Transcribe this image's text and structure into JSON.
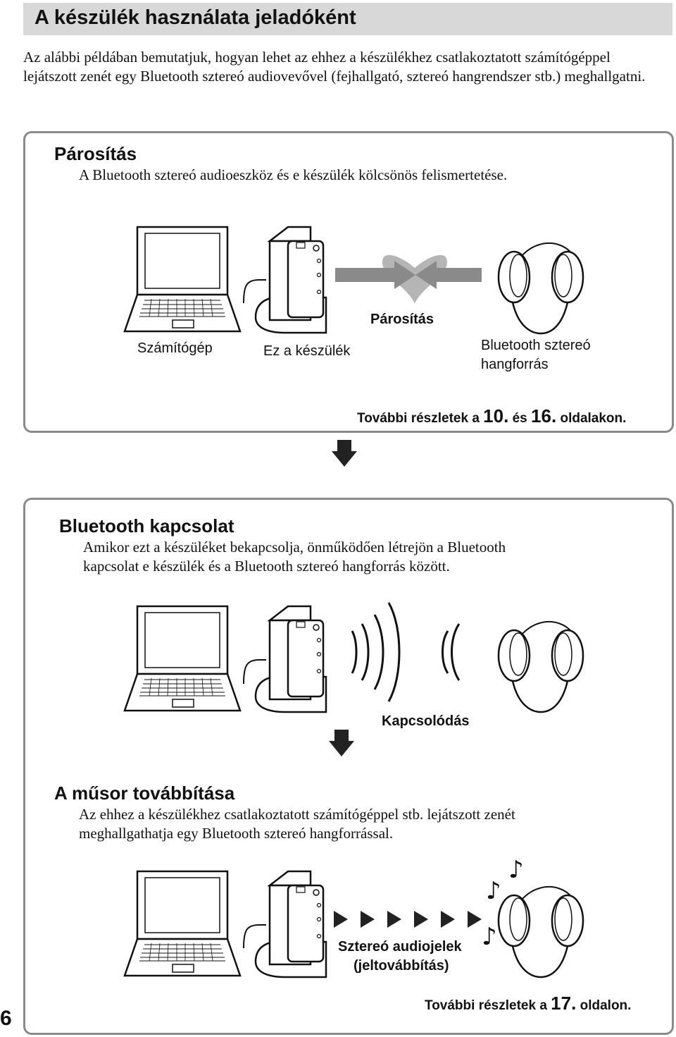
{
  "title": "A készülék használata jeladóként",
  "intro": "Az alábbi példában bemutatjuk, hogyan lehet az ehhez a készülékhez csatlakoztatott számítógéppel lejátszott zenét egy Bluetooth sztereó audiovevővel (fejhallgató, sztereó hangrendszer stb.) meghallgatni.",
  "pairing": {
    "heading": "Párosítás",
    "description": "A Bluetooth sztereó audioeszköz és e készülék kölcsönös felismertetése.",
    "label_computer": "Számítógép",
    "label_device": "Ez a készülék",
    "label_pairing": "Párosítás",
    "label_source_line1": "Bluetooth sztereó",
    "label_source_line2": "hangforrás",
    "ref_prefix": "További részletek a ",
    "ref_n1": "10.",
    "ref_mid": " és ",
    "ref_n2": "16.",
    "ref_suffix": " oldalakon."
  },
  "connection": {
    "heading": "Bluetooth kapcsolat",
    "description_line1": "Amikor ezt a készüléket bekapcsolja, önműködően létrejön a Bluetooth",
    "description_line2": "kapcsolat e készülék és a Bluetooth sztereó hangforrás között.",
    "label_connecting": "Kapcsolódás"
  },
  "transmission": {
    "heading": "A műsor továbbítása",
    "description_line1": "Az ehhez a készülékhez csatlakoztatott számítógéppel stb. lejátszott zenét",
    "description_line2": "meghallgathatja egy Bluetooth sztereó hangforrással.",
    "label_signal_line1": "Sztereó audiojelek",
    "label_signal_line2": "(jeltovábbítás)",
    "ref_prefix": "További részletek a ",
    "ref_n": "17.",
    "ref_suffix": " oldalon."
  },
  "page_number": "6",
  "colors": {
    "title_bar": "#d8d8d8",
    "box_border": "#8a8a8a",
    "heart": "#b5b5b5",
    "arrow": "#222222"
  }
}
